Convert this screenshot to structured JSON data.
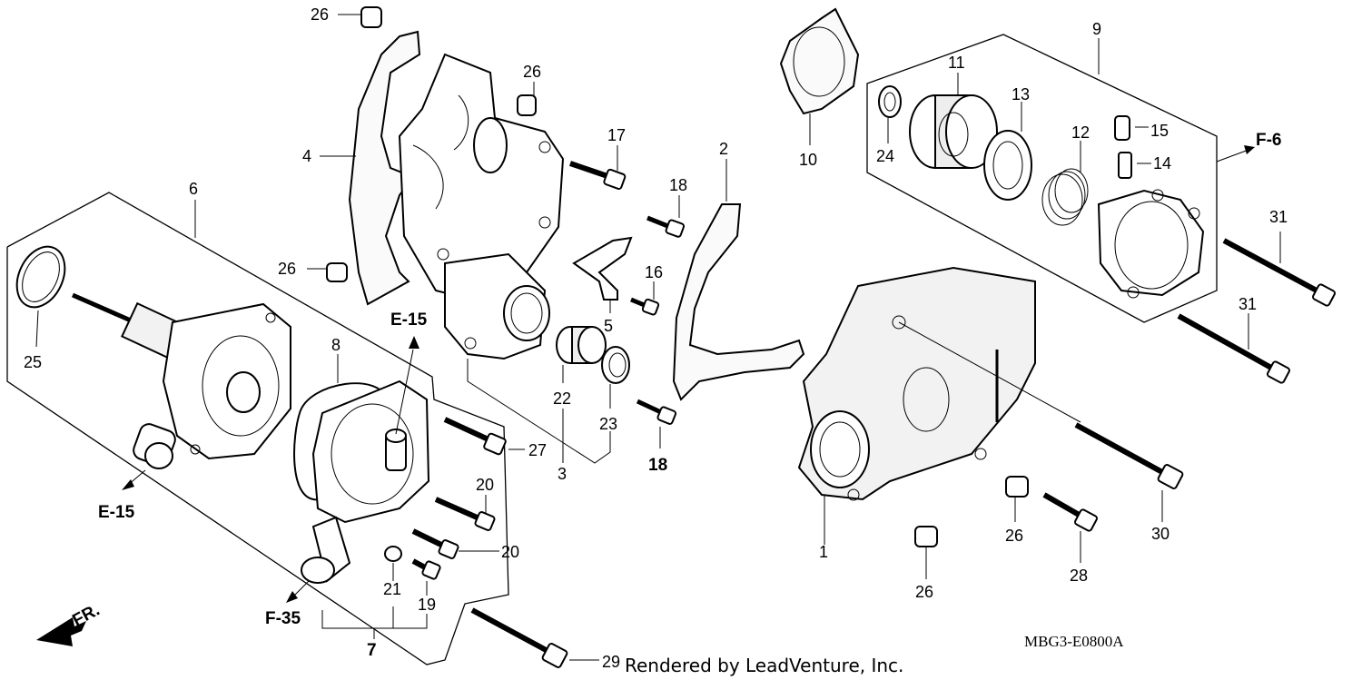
{
  "diagram_code": "MBG3-E0800A",
  "credit": "Rendered by LeadVenture, Inc.",
  "front_arrow_label": "FR.",
  "refs": {
    "e15_top": "E-15",
    "e15_left": "E-15",
    "f35": "F-35",
    "f6": "F-6"
  },
  "callouts": {
    "c1": "1",
    "c2": "2",
    "c3": "3",
    "c4": "4",
    "c5": "5",
    "c6": "6",
    "c7": "7",
    "c8": "8",
    "c9": "9",
    "c10": "10",
    "c11": "11",
    "c12": "12",
    "c13": "13",
    "c14": "14",
    "c15": "15",
    "c16": "16",
    "c17": "17",
    "c18a": "18",
    "c18b": "18",
    "c19": "19",
    "c20a": "20",
    "c20b": "20",
    "c21": "21",
    "c22": "22",
    "c23": "23",
    "c24": "24",
    "c25": "25",
    "c26a": "26",
    "c26b": "26",
    "c26c": "26",
    "c26d": "26",
    "c26e": "26",
    "c27": "27",
    "c28": "28",
    "c29": "29",
    "c30": "30",
    "c31a": "31",
    "c31b": "31"
  }
}
